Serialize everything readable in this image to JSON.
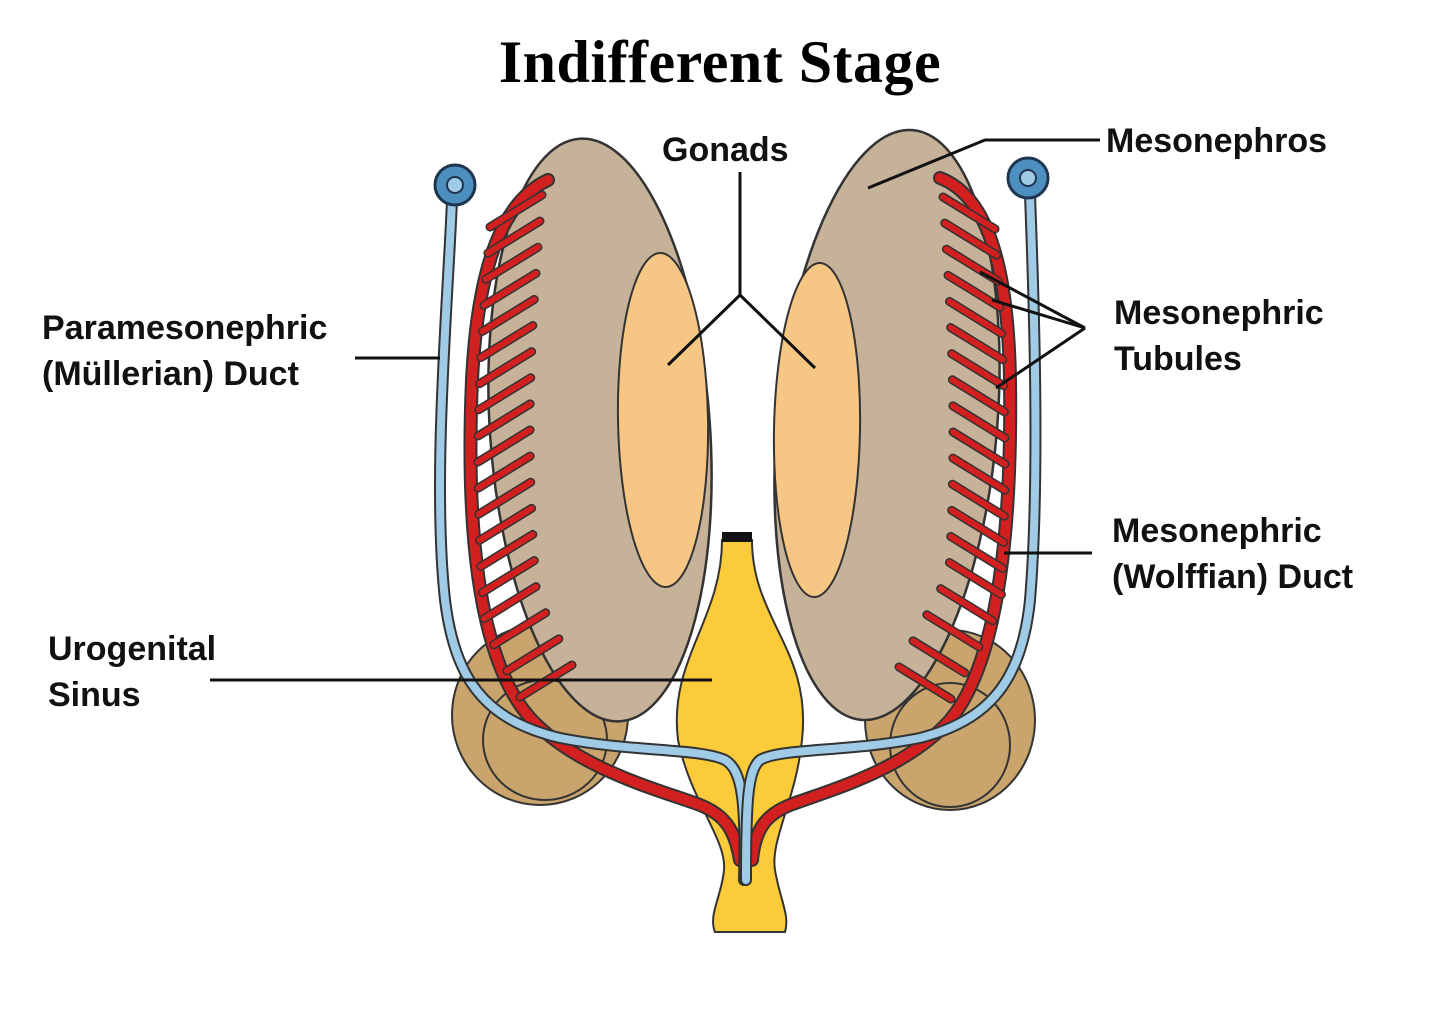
{
  "title": "Indifferent Stage",
  "labels": {
    "gonads": "Gonads",
    "mesonephros": "Mesonephros",
    "paramesonephric_line1": "Paramesonephric",
    "paramesonephric_line2": "(Müllerian) Duct",
    "mesonephric_tubules_line1": "Mesonephric",
    "mesonephric_tubules_line2": "Tubules",
    "mesonephric_duct_line1": "Mesonephric",
    "mesonephric_duct_line2": "(Wolffian) Duct",
    "urogenital_line1": "Urogenital",
    "urogenital_line2": "Sinus"
  },
  "colors": {
    "mesonephros": "#c6b199",
    "gonad": "#f6c784",
    "sinus": "#fccb3a",
    "bladder_lobe": "#c9a46c",
    "mesonephric_duct": "#d21f1f",
    "paramesonephric_duct": "#9fcbe6",
    "outline": "#333333"
  }
}
